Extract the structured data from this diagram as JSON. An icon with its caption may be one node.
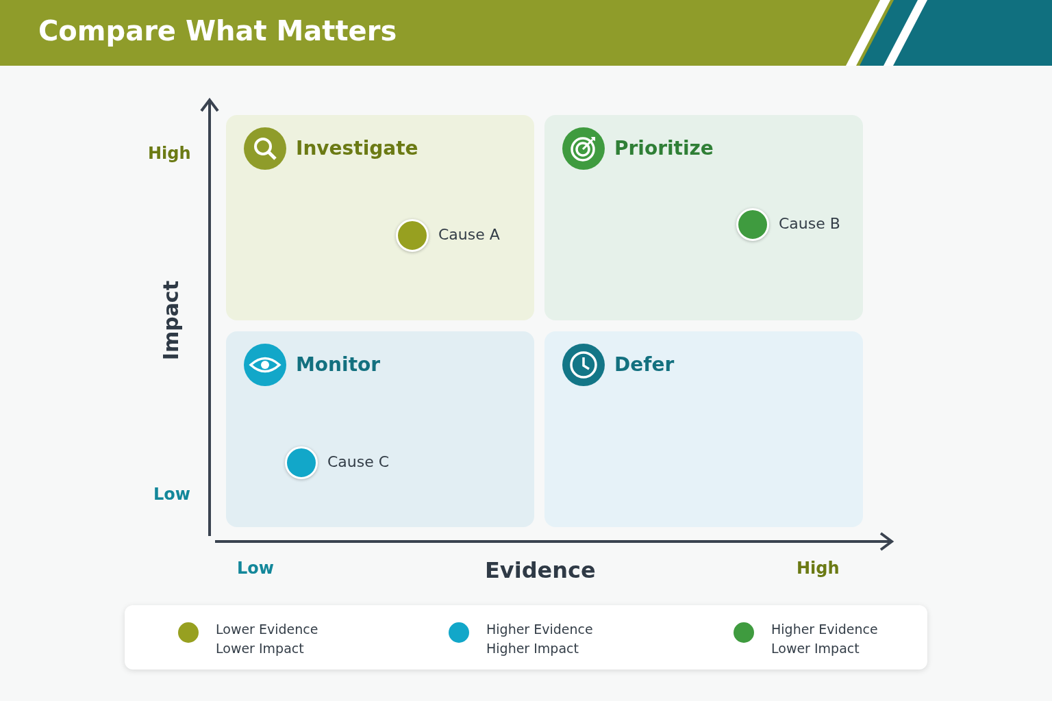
{
  "diagram": {
    "title": "Compare What Matters",
    "nodes": [
      {
        "text": [
          "Investigate"
        ]
      },
      {
        "text": [
          "Prioritize"
        ]
      },
      {
        "text": [
          "Monitor"
        ]
      },
      {
        "text": [
          "Defer"
        ]
      },
      {
        "text": [
          "Cause A"
        ],
        "in": 0
      },
      {
        "text": [
          "Cause B"
        ],
        "in": 1
      },
      {
        "text": [
          "Cause C"
        ],
        "in": 2
      }
    ],
    "edges": [],
    "labels": [
      "High",
      "Impact",
      "Low",
      "Low",
      "Evidence",
      "High"
    ],
    "legend": [
      {
        "text": "Lower Evidence Lower Impact",
        "color": "#97a020"
      },
      {
        "text": "Higher Evidence Higher Impact",
        "color": "#12a7c9"
      },
      {
        "text": "Higher Evidence Lower Impact",
        "color": "#3f9b3f"
      }
    ]
  }
}
